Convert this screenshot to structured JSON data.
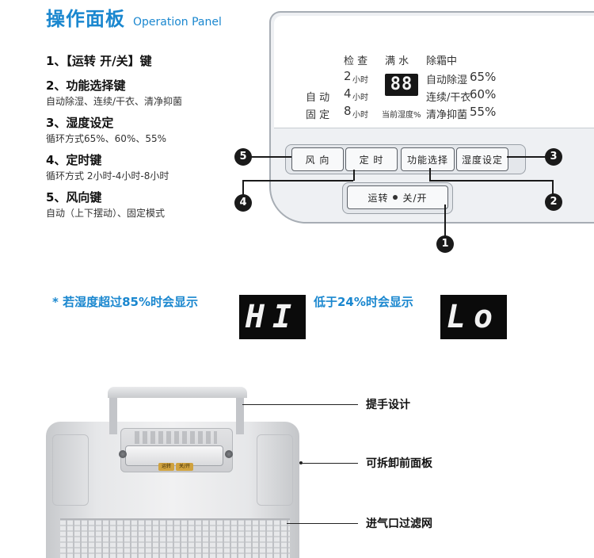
{
  "header": {
    "title_cn": "操作面板",
    "title_en": "Operation Panel"
  },
  "features": [
    {
      "heading": "1、【运转 开/关】键",
      "desc": ""
    },
    {
      "heading": "2、功能选择键",
      "desc": "自动除湿、连续/干衣、清净抑菌"
    },
    {
      "heading": "3、湿度设定",
      "desc": "循环方式65%、60%、55%"
    },
    {
      "heading": "4、定时键",
      "desc": "循环方式 2小时-4小时-8小时"
    },
    {
      "heading": "5、风向键",
      "desc": "自动（上下摆动）、固定模式"
    }
  ],
  "panel": {
    "top_labels": [
      "检 查",
      "满 水",
      "除霜中"
    ],
    "mode_labels": [
      "自 动",
      "固 定"
    ],
    "timer_values": [
      "2",
      "4",
      "8"
    ],
    "timer_unit": "小时",
    "display_digits": "88",
    "current_humidity": "当前湿度%",
    "function_labels": [
      "自动除湿",
      "连续/干衣",
      "清净抑菌"
    ],
    "humidity_values": [
      "65%",
      "60%",
      "55%"
    ],
    "buttons": {
      "wind": "风  向",
      "timer": "定  时",
      "function": "功能选择",
      "humidity": "湿度设定",
      "power_left": "运转",
      "power_right": "关/开"
    },
    "markers": [
      "1",
      "2",
      "3",
      "4",
      "5"
    ]
  },
  "notes": {
    "high": "* 若湿度超过85%时会显示",
    "high_display": "HI",
    "low": "低于24%时会显示",
    "low_display": "Lo"
  },
  "photo": {
    "callouts": [
      "提手设计",
      "可拆卸前面板",
      "进气口过滤网"
    ],
    "mini_buttons": [
      "运转",
      "关/开"
    ]
  }
}
